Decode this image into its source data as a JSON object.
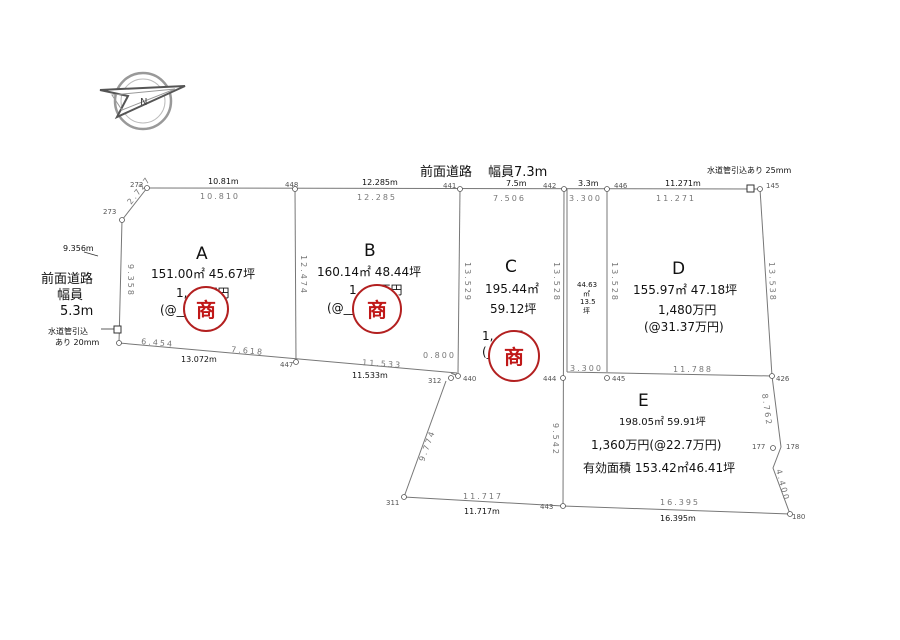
{
  "road_top": {
    "title": "前面道路",
    "width": "幅員7.3m"
  },
  "road_left": {
    "line1": "前面道路",
    "line2": "幅員",
    "line3": "5.3m"
  },
  "water_pipes": {
    "top_right": "水道管引込あり 25mm",
    "left_line1": "水道管引込",
    "left_line2": "あり 20mm"
  },
  "lots": {
    "A": {
      "name": "A",
      "area": "151.00㎡  45.67坪",
      "price_partial": "1,___万円",
      "unit_partial": "(@___万円)"
    },
    "B": {
      "name": "B",
      "area": "160.14㎡  48.44坪",
      "price_partial": "1,___万円",
      "unit_partial": "(@___万円)"
    },
    "C": {
      "name": "C",
      "area_m2": "195.44㎡",
      "area_tsubo": "59.12坪",
      "price_partial": "1,___円",
      "unit_partial": "(___)"
    },
    "D": {
      "name": "D",
      "area": "155.97㎡ 47.18坪",
      "price": "1,480万円",
      "unit_price": "(@31.37万円)"
    },
    "E": {
      "name": "E",
      "area": "198.05㎡ 59.91坪",
      "price_unit": "1,360万円(@22.7万円)",
      "effective_area": "有効面積 153.42㎡46.41坪"
    },
    "strip": {
      "area_m2": "44.63",
      "unit_m2": "㎡",
      "tsubo_value": "13.5",
      "tsubo_unit": "坪"
    }
  },
  "stamp_text": "商",
  "top_dimensions": [
    "10.81m",
    "12.285m",
    "7.5m",
    "3.3m",
    "11.271m"
  ],
  "bottom_dimensions": [
    "13.072m",
    "11.533m",
    "11.717m",
    "16.395m"
  ],
  "left_dimension": "9.356m",
  "survey_dimensions": {
    "d_10810": "10.810",
    "d_12285": "12.285",
    "d_7506": "7.506",
    "d_3300_top": "3.300",
    "d_11271": "11.271",
    "d_2727": "2.727",
    "d_9358": "9.358",
    "d_12474": "12.474",
    "d_13529": "13.529",
    "d_13528_a": "13.528",
    "d_13528_b": "13.528",
    "d_13538": "13.538",
    "d_6454": "6.454",
    "d_7618": "7.618",
    "d_11533": "11.533",
    "d_0800": "0.800",
    "d_3300_mid": "3.300",
    "d_11788": "11.788",
    "d_9774": "9.774",
    "d_9542": "9.542",
    "d_8762": "8.762",
    "d_4400": "4.400",
    "d_11717": "11.717",
    "d_16395": "16.395"
  },
  "points": {
    "p272": "272",
    "p273": "273",
    "p448": "448",
    "p441": "441",
    "p442": "442",
    "p446": "446",
    "p145": "145",
    "p447": "447",
    "p312": "312",
    "p440": "440",
    "p444": "444",
    "p445": "445",
    "p426": "426",
    "p177": "177",
    "p178": "178",
    "p311": "311",
    "p443": "443",
    "p180": "180"
  }
}
